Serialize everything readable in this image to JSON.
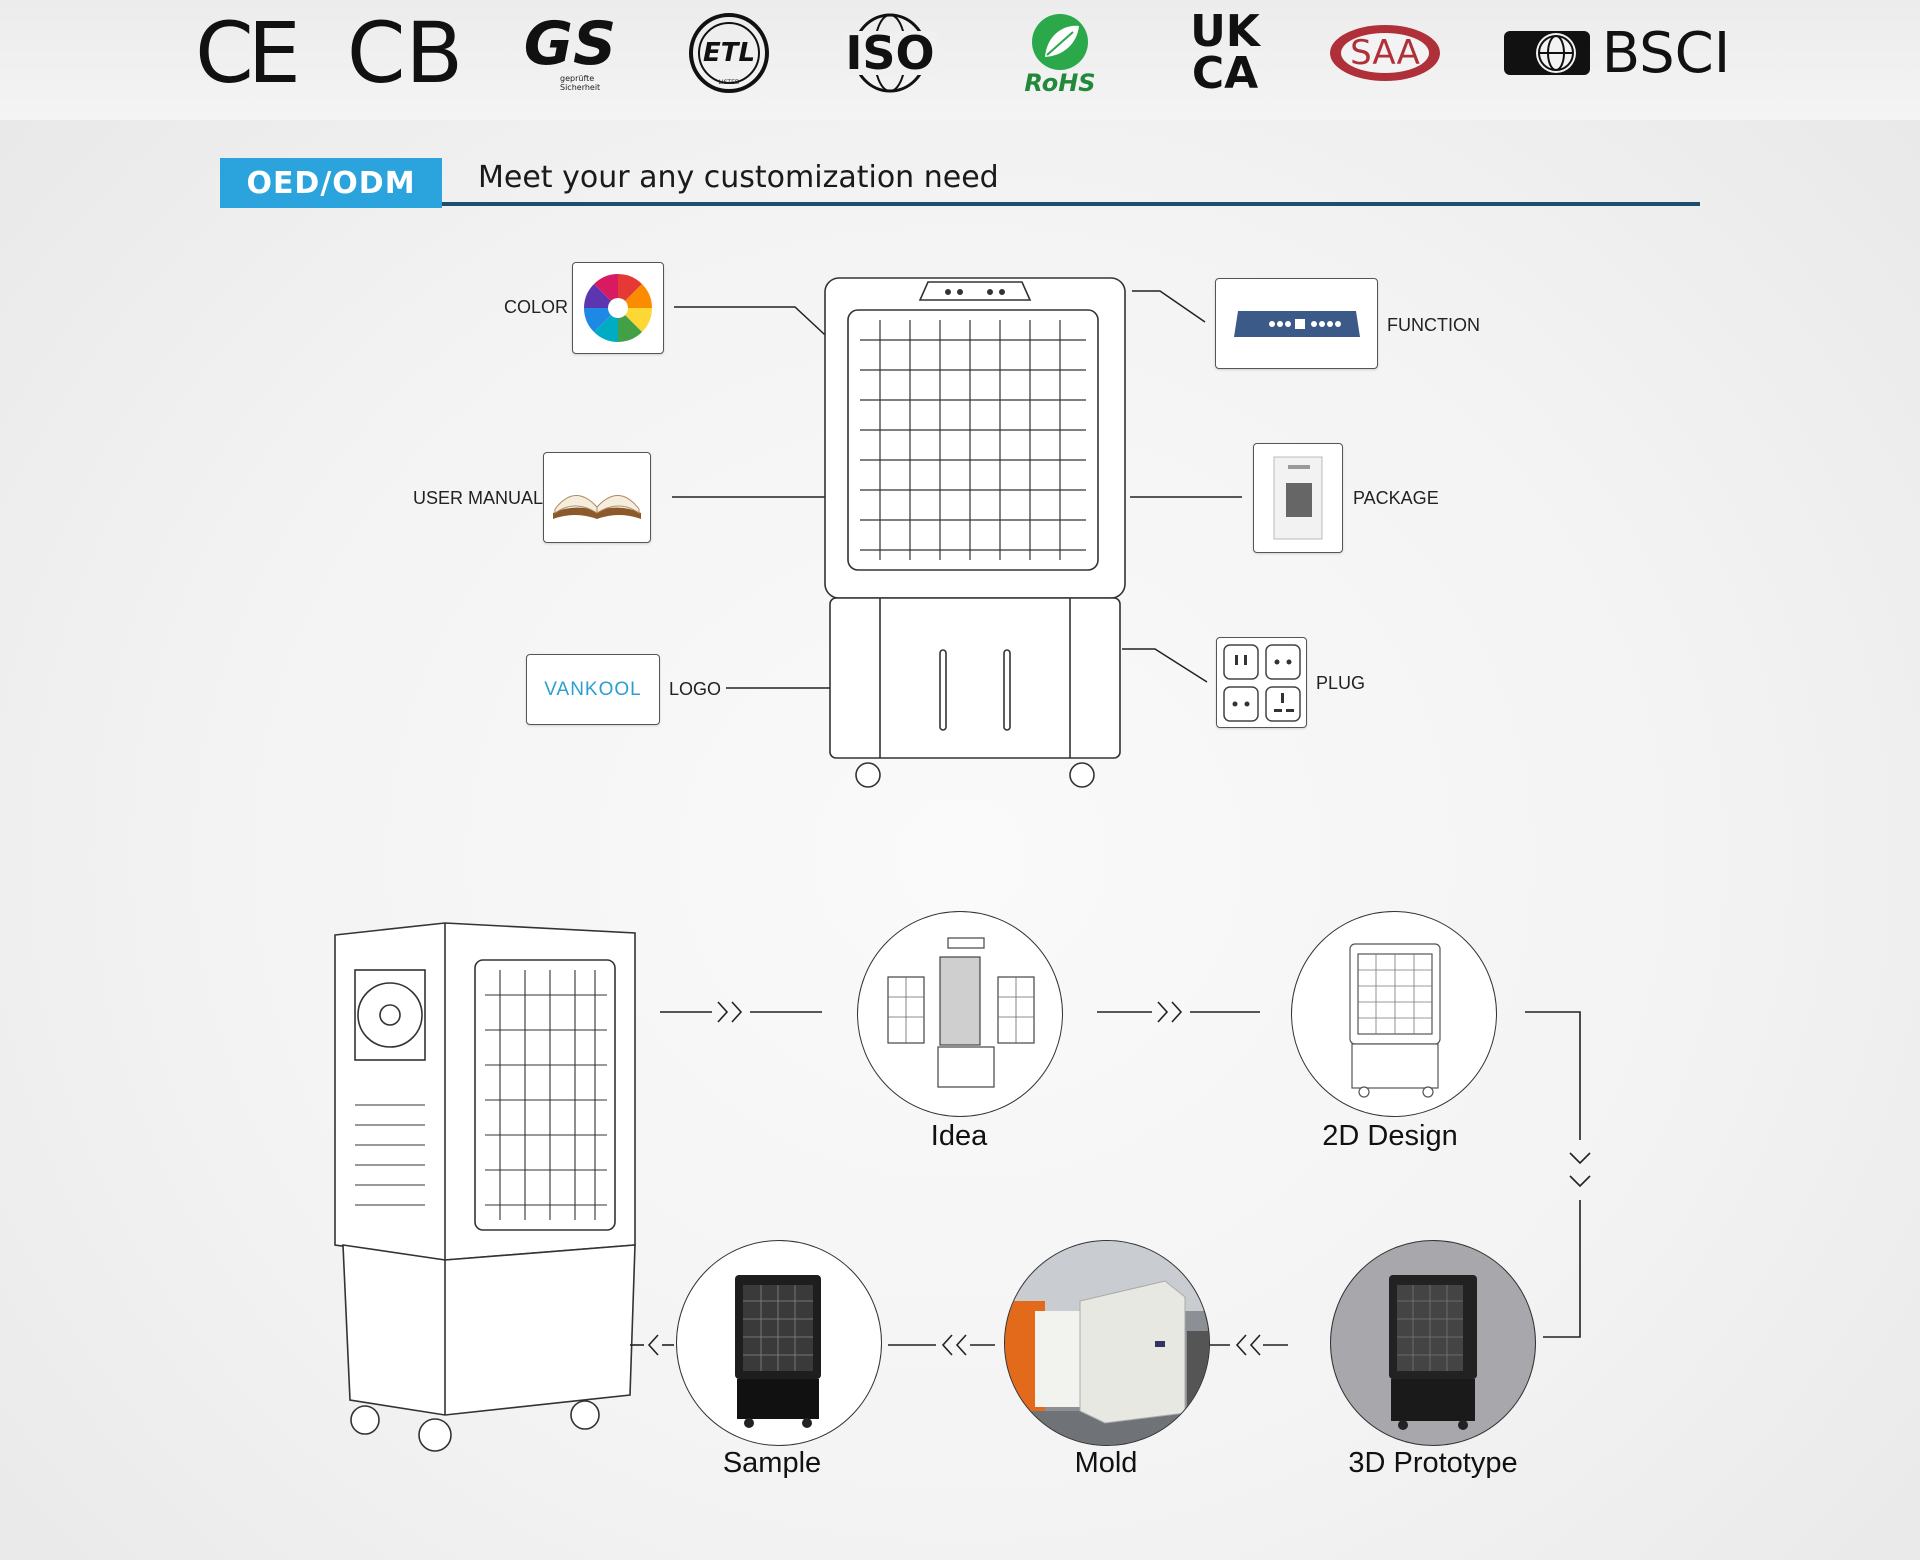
{
  "certifications": {
    "ce": "CE",
    "cb": "CB",
    "gs": "GS",
    "gs_small": "geprüfte Sicherheit",
    "etl": "ETL",
    "etl_small": "LISTED",
    "iso": "ISO",
    "rohs": "RoHS",
    "ukca_top": "UK",
    "ukca_bottom": "CA",
    "saa": "SAA",
    "bsci": "BSCI"
  },
  "banner": {
    "tag": "OED/ODM",
    "text": "Meet your any customization need",
    "tag_color": "#2ba3dc",
    "line_color": "#1d4f6a"
  },
  "options": {
    "color": "COLOR",
    "function": "FUNCTION",
    "user_manual": "USER MANUAL",
    "package": "PACKAGE",
    "logo": "LOGO",
    "logo_sample": "VANKOOL",
    "plug": "PLUG"
  },
  "process": {
    "idea": "Idea",
    "design_2d": "2D Design",
    "prototype_3d": "3D Prototype",
    "mold": "Mold",
    "sample": "Sample"
  }
}
